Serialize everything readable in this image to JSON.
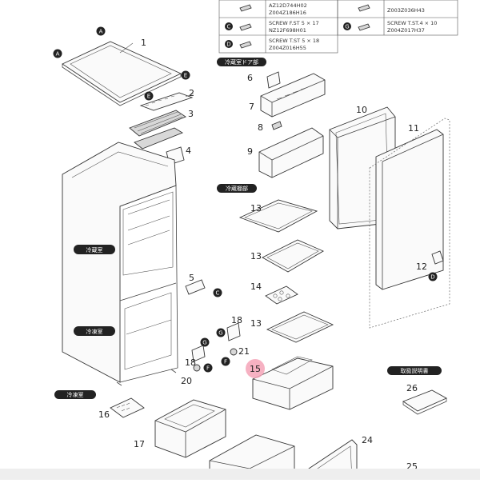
{
  "screw_table": {
    "left": [
      {
        "code": "",
        "name": "AZ12D744H02",
        "part_no": "Z004Z186H16"
      },
      {
        "code": "C",
        "name": "SCREW F.ST 5 × 17",
        "part_no": "NZ12F698H01"
      },
      {
        "code": "D",
        "name": "SCREW T.ST 5 × 18",
        "part_no": "Z004Z016H55"
      }
    ],
    "right": [
      {
        "code": "",
        "name": "",
        "part_no": "Z003Z036H43"
      },
      {
        "code": "G",
        "name": "SCREW T.ST.4 × 10",
        "part_no": "Z004Z017H37"
      }
    ]
  },
  "section_labels": {
    "door_fridge": "冷蔵室ドア部",
    "fridge_shelf": "冷蔵棚部",
    "fridge_room": "冷蔵室",
    "freezer_room": "冷凍室",
    "freezer_bottom": "冷凍室",
    "manual": "取扱説明書"
  },
  "part_numbers": {
    "p1": "1",
    "p2": "2",
    "p3": "3",
    "p4": "4",
    "p5": "5",
    "p6": "6",
    "p7": "7",
    "p8": "8",
    "p9": "9",
    "p10": "10",
    "p11": "11",
    "p12": "12",
    "p13a": "13",
    "p13b": "13",
    "p13c": "13",
    "p14": "14",
    "p15": "15",
    "p16": "16",
    "p17": "17",
    "p18a": "18",
    "p18b": "18",
    "p20": "20",
    "p21": "21",
    "p24": "24",
    "p25": "25",
    "p26": "26"
  },
  "screw_markers": {
    "a1": "A",
    "a2": "A",
    "e1": "E",
    "e2": "E",
    "c1": "C",
    "c2": "C",
    "g1": "G",
    "g2": "G",
    "f1": "F",
    "f2": "F",
    "d1": "D"
  },
  "colors": {
    "label_bg": "#222222",
    "highlight": "#f5a3b7",
    "line": "#444444",
    "bottom_bar": "#eeeeee"
  }
}
